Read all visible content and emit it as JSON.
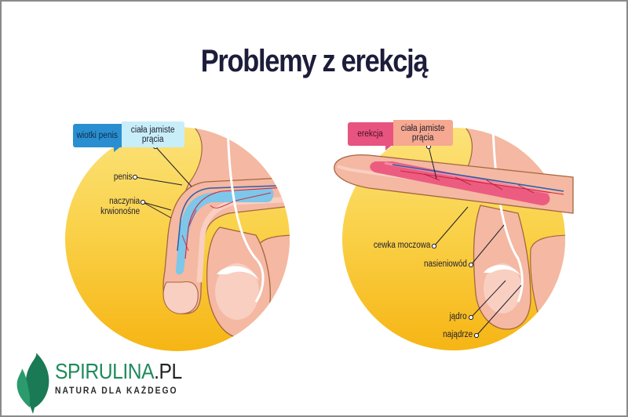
{
  "title": "Problemy z erekcją",
  "colors": {
    "title": "#1c1d3b",
    "circle_yellow": "#f9c530",
    "skin": "#f4b8a3",
    "skin_light": "#f8cfc0",
    "outline": "#a5663d",
    "vein_blue": "#2a5fa8",
    "artery_red": "#d0243a",
    "flaccid_tissue": "#7cc7ea",
    "erect_tissue": "#ec5c80",
    "brand_green": "#1f8a5c"
  },
  "left_panel": {
    "tag": {
      "label": "wiotki penis",
      "color": "#2a8fd0"
    },
    "tag_secondary": {
      "label": "ciała jamiste prącia",
      "line1": "ciała jamiste",
      "line2": "prącia",
      "color": "#c8eef9"
    },
    "labels": [
      {
        "id": "penis",
        "text": "penis"
      },
      {
        "id": "blood-vessels",
        "line1": "naczynia",
        "line2": "krwionośne"
      }
    ]
  },
  "right_panel": {
    "tag": {
      "label": "erekcja",
      "color": "#e75480"
    },
    "tag_secondary": {
      "label": "ciała jamiste prącia",
      "line1": "ciała jamiste",
      "line2": "prącia",
      "color": "#f6a890"
    },
    "labels": [
      {
        "id": "urethra",
        "text": "cewka moczowa"
      },
      {
        "id": "vas-deferens",
        "text": "nasieniowód"
      },
      {
        "id": "testicle",
        "text": "jądro"
      },
      {
        "id": "epididymis",
        "text": "najądrze"
      }
    ]
  },
  "logo": {
    "name_main": "SPIRULINA",
    "name_suffix": ".PL",
    "tagline": "NATURA DLA KAŻDEGO"
  }
}
